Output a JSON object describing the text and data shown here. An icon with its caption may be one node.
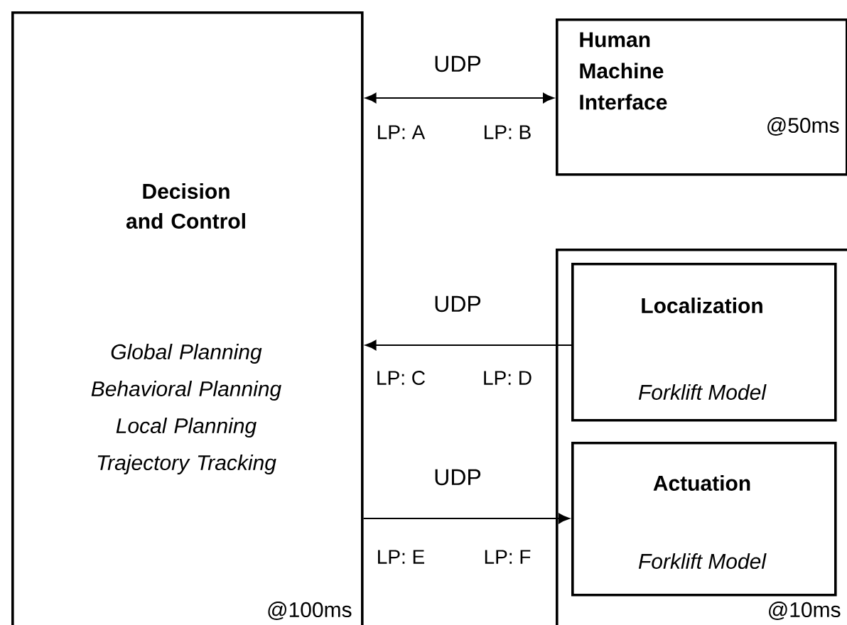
{
  "diagram": {
    "nodes": [
      {
        "text": [
          "Decision and Control",
          "Global Planning Behavioral Planning Local Planning Trajectory Tracking",
          "@100ms"
        ]
      },
      {
        "text": [
          "Human Machine Interface",
          "@50ms"
        ]
      },
      {
        "text": [
          "@10ms"
        ]
      },
      {
        "text": [
          "Localization",
          "Forklift Model"
        ],
        "in": 2
      },
      {
        "text": [
          "Actuation",
          "Forklift Model"
        ],
        "in": 2
      }
    ],
    "edges": [
      {
        "from": 0,
        "to": 1,
        "arrow": "both",
        "label": "UDP"
      },
      {
        "from": 3,
        "to": 0,
        "arrow": "to",
        "label": "UDP"
      },
      {
        "from": 0,
        "to": 4,
        "arrow": "to",
        "label": "UDP"
      }
    ],
    "labels": [
      "LP: A",
      "LP: B",
      "LP: C",
      "LP: D",
      "LP: E",
      "LP: F"
    ]
  }
}
